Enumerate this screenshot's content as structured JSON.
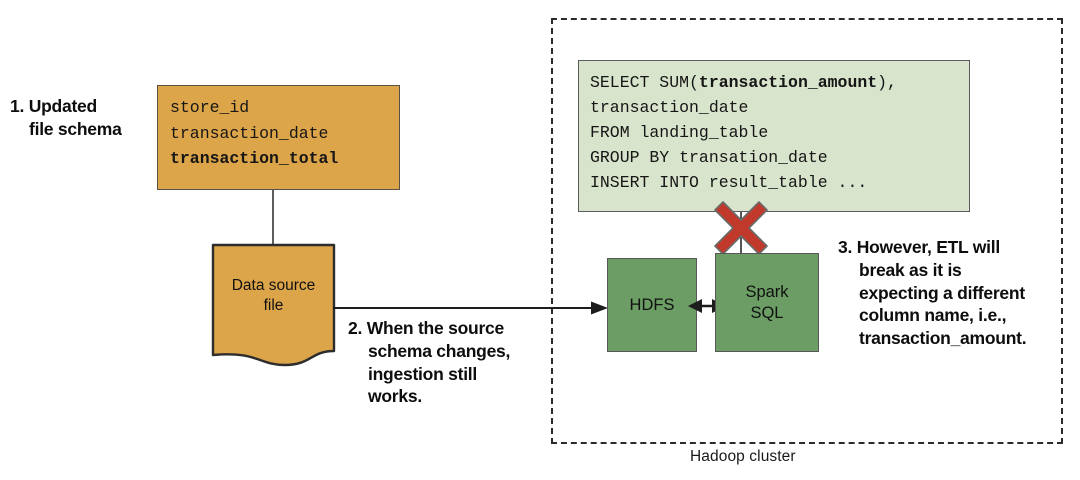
{
  "diagram": {
    "title_label": "Hadoop cluster",
    "colors": {
      "schema_fill": "#DDA549",
      "node_fill": "#6B9D64",
      "code_fill": "#D9E4CC",
      "error": "#C0392B",
      "stroke": "#2b2b2b"
    }
  },
  "annotations": [
    {
      "id": "1",
      "number": "1.",
      "line1": "Updated",
      "line2": "file schema"
    },
    {
      "id": "2",
      "number": "2.",
      "line1": "When the source",
      "line2": "schema changes,",
      "line3": "ingestion still",
      "line4": "works."
    },
    {
      "id": "3",
      "number": "3.",
      "line1": "However, ETL will",
      "line2": "break as it is",
      "line3": "expecting a different",
      "line4": "column name, i.e.,",
      "line5": "transaction_amount."
    }
  ],
  "schema_box": {
    "name": "Updated file schema",
    "fields": [
      {
        "text": "store_id",
        "bold": false
      },
      {
        "text": "transaction_date",
        "bold": false
      },
      {
        "text": "transaction_total",
        "bold": true
      }
    ]
  },
  "data_source": {
    "line1": "Data source",
    "line2": "file"
  },
  "sql_block": {
    "lines": [
      {
        "pre": "SELECT SUM(",
        "bold": "transaction_amount",
        "post": "),"
      },
      {
        "pre": "transaction_date",
        "bold": "",
        "post": ""
      },
      {
        "pre": "FROM landing_table",
        "bold": "",
        "post": ""
      },
      {
        "pre": "GROUP BY transation_date",
        "bold": "",
        "post": ""
      },
      {
        "pre": "INSERT INTO result_table ...",
        "bold": "",
        "post": ""
      }
    ]
  },
  "nodes": {
    "hdfs": {
      "label": "HDFS"
    },
    "spark": {
      "line1": "Spark",
      "line2": "SQL"
    }
  }
}
